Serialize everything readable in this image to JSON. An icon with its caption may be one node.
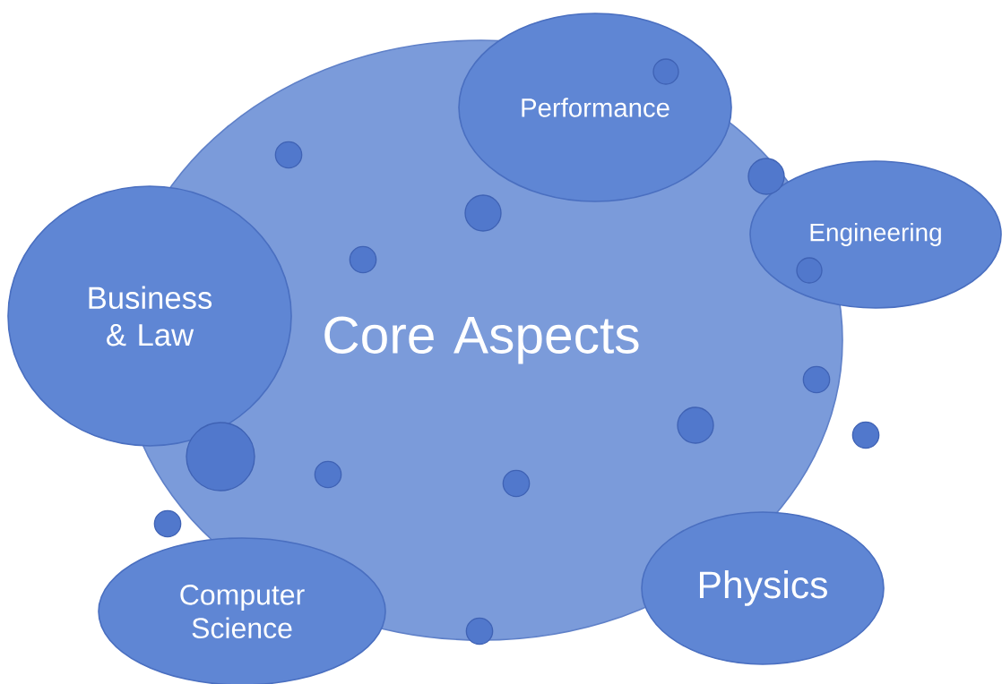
{
  "diagram": {
    "nodes": [
      {
        "text": [
          "Performance"
        ]
      },
      {
        "text": [
          "Engineering"
        ]
      },
      {
        "text": [
          "Business & Law"
        ]
      },
      {
        "text": [
          "Core Aspects"
        ]
      },
      {
        "text": [
          "Computer Science"
        ]
      },
      {
        "text": [
          "Physics"
        ]
      },
      {
        "text": [],
        "shape": "circle"
      },
      {
        "text": [],
        "shape": "circle",
        "in": 3
      },
      {
        "text": [],
        "shape": "circle",
        "in": 3
      },
      {
        "text": [],
        "shape": "circle",
        "in": 3
      },
      {
        "text": [],
        "shape": "circle",
        "in": 3
      },
      {
        "text": [],
        "shape": "circle"
      },
      {
        "text": [],
        "shape": "circle",
        "in": 3
      },
      {
        "text": [],
        "shape": "circle",
        "in": 3
      },
      {
        "text": [],
        "shape": "circle",
        "in": 0
      },
      {
        "text": [],
        "shape": "circle",
        "in": 3
      },
      {
        "text": [],
        "shape": "circle",
        "in": 3
      },
      {
        "text": [],
        "shape": "circle"
      },
      {
        "text": [],
        "shape": "circle",
        "in": 3
      },
      {
        "text": [],
        "shape": "circle"
      }
    ]
  }
}
